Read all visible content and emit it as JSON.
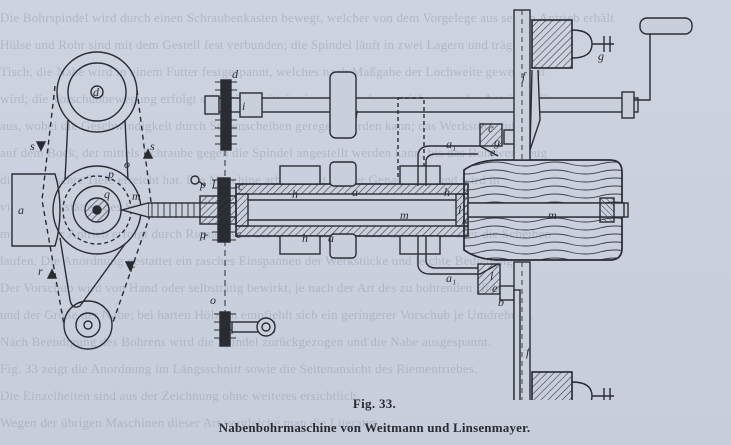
{
  "figure": {
    "number_label": "Fig. 33.",
    "title": "Nabenbohrmaschine von Weitmann und Linsenmayer."
  },
  "labels": {
    "left_view": [
      "d",
      "p",
      "q",
      "o",
      "a",
      "s",
      "s",
      "r",
      "r"
    ],
    "main_view": [
      "d",
      "i",
      "i",
      "c",
      "g",
      "e",
      "f",
      "p",
      "l",
      "c",
      "h",
      "a",
      "a1",
      "h",
      "m",
      "m",
      "p",
      "r",
      "c",
      "h",
      "a",
      "k",
      "l",
      "m",
      "a1",
      "l",
      "b",
      "f",
      "e",
      "o",
      "r",
      "g"
    ]
  },
  "colors": {
    "paper": "#c9d0dc",
    "ink": "#2a2c34",
    "hatch": "#4a4d58"
  }
}
